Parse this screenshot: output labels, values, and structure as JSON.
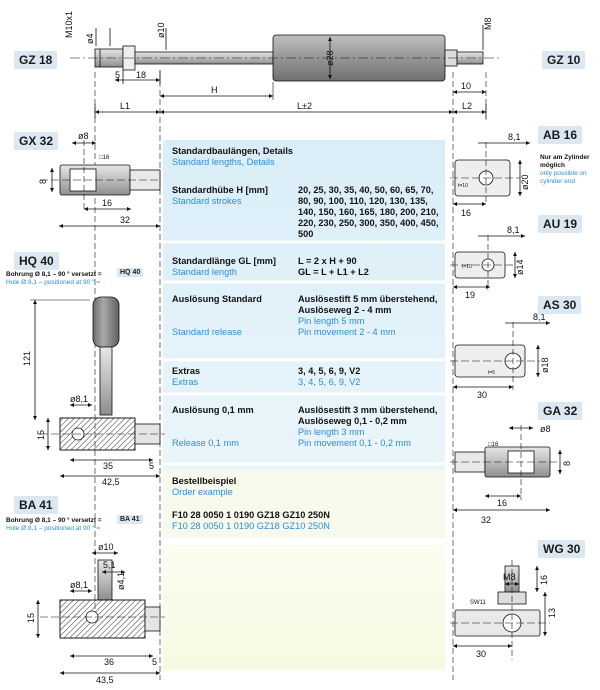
{
  "codes": {
    "gz18": "GZ 18",
    "gz10": "GZ 10",
    "gx32": "GX 32",
    "ab16": "AB 16",
    "au19": "AU 19",
    "hq40": "HQ 40",
    "as30": "AS 30",
    "ga32": "GA 32",
    "ba41": "BA 41",
    "wg30": "WG 30"
  },
  "top_dims": {
    "m10x1": "M10x1",
    "d4": "ø4",
    "d10": "ø10",
    "d28": "ø28",
    "m8": "M8",
    "five": "5",
    "eighteen": "18",
    "h": "H",
    "ten": "10",
    "l1": "L1",
    "lpm2": "L±2",
    "l2": "L2"
  },
  "gx32_dims": {
    "d8": "ø8",
    "sq16": "□16",
    "eight": "8",
    "sixteen": "16",
    "thirtytwo": "32"
  },
  "ab16_dims": {
    "v81": "8,1",
    "d20": "ø20",
    "t10": "t=10",
    "sixteen": "16"
  },
  "ab16_note": {
    "de": "Nur am Zylinder möglich",
    "en": "only possible on cylinder end"
  },
  "au19_dims": {
    "v81": "8,1",
    "d14": "ø14",
    "t10": "t=10",
    "nineteen": "19"
  },
  "hq40_note": {
    "de": "Bohrung Ø 8,1 – 90 ° versetzt =",
    "en": "Hole Ø 8,1 – positioned at 90 ° ="
  },
  "hq40_dims": {
    "v121": "121",
    "d81": "ø8,1",
    "fifteen": "15",
    "thirtyfive": "35",
    "five": "5",
    "v425": "42,5"
  },
  "as30_dims": {
    "v81": "8,1",
    "d18": "ø18",
    "t5": "t=5",
    "thirty": "30"
  },
  "ga32_dims": {
    "d8": "ø8",
    "sq16": "□16",
    "eight": "8",
    "sixteen": "16",
    "thirtytwo": "32"
  },
  "ba41_note": {
    "de": "Bohrung Ø 8,1 – 90 ° versetzt =",
    "en": "Hole Ø 8,1 – positioned at 90 ° ="
  },
  "ba41_dims": {
    "d10": "ø10",
    "v51": "5,1",
    "d81": "ø8,1",
    "d41": "ø4,1",
    "fifteen": "15",
    "thirtysix": "36",
    "five": "5",
    "v435": "43,5"
  },
  "wg30_dims": {
    "m8": "M8",
    "sixteen": "16",
    "sw11": "SW11",
    "thirteen": "13",
    "thirty": "30"
  },
  "panel": {
    "details": {
      "de": "Standardbaulängen, Details",
      "en": "Standard lengths, Details"
    },
    "strokes": {
      "de": "Standardhübe H [mm]",
      "en": "Standard strokes",
      "values": "20, 25, 30, 35, 40, 50, 60, 65, 70, 80, 90, 100, 110, 120, 130, 135, 140, 150, 160, 165, 180, 200, 210, 220, 230, 250, 300, 350, 400, 450, 500"
    },
    "length": {
      "de": "Standardlänge GL [mm]",
      "en": "Standard length",
      "v1": "L = 2 x H + 90",
      "v2": "GL = L + L1 + L2"
    },
    "release": {
      "de": "Auslösung Standard",
      "en": "Standard release",
      "v1": "Auslösestift 5 mm überstehend,",
      "v2": "Auslöseweg 2 - 4 mm",
      "v3": "Pin length 5 mm",
      "v4": "Pin movement 2 - 4 mm"
    },
    "extras": {
      "de": "Extras",
      "en": "Extras",
      "v1": "3, 4, 5, 6, 9, V2",
      "v2": "3, 4, 5, 6, 9, V2"
    },
    "release01": {
      "de": "Auslösung 0,1 mm",
      "en": "Release 0,1 mm",
      "v1": "Auslösestift 3 mm überstehend,",
      "v2": "Auslöseweg 0,1 - 0,2 mm",
      "v3": "Pin length 3 mm",
      "v4": "Pin movement 0,1 - 0,2 mm"
    },
    "order": {
      "de": "Bestellbeispiel",
      "en": "Order example",
      "v1": "F10 28 0050 1 0190 GZ18 GZ10 250N",
      "v2": "F10 28 0050 1 0190 GZ18 GZ10 250N"
    }
  }
}
